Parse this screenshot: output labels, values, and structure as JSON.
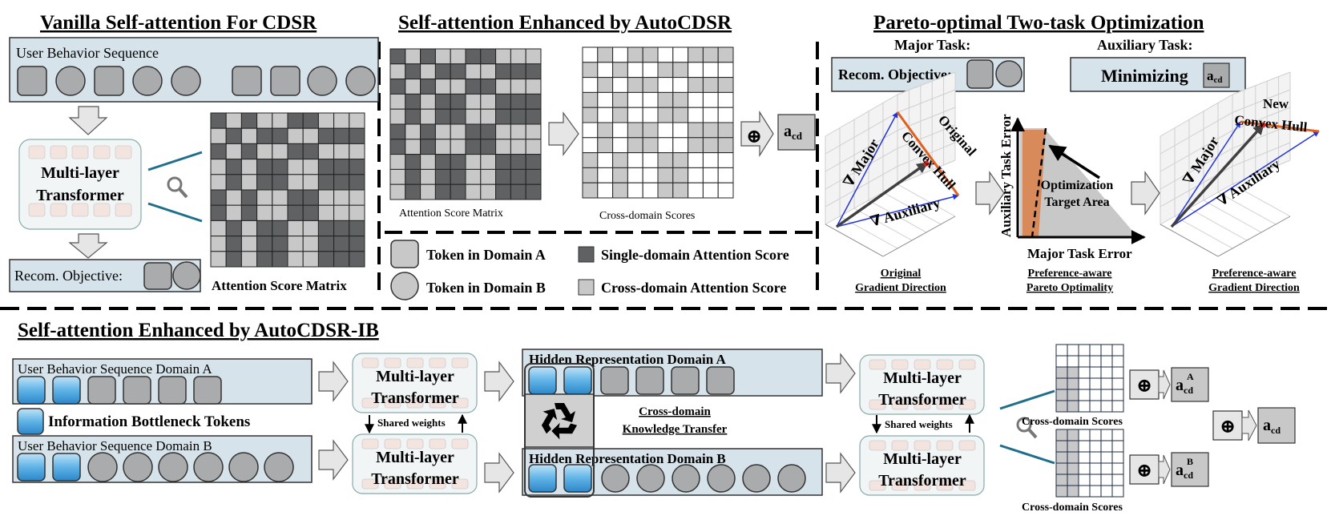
{
  "sections": {
    "vanilla_title": "Vanilla Self-attention For CDSR",
    "enhanced_title": "Self-attention Enhanced by AutoCDSR",
    "pareto_title": "Pareto-optimal Two-task Optimization",
    "ib_title": "Self-attention Enhanced by AutoCDSR-IB"
  },
  "vanilla": {
    "sequence_label": "User Behavior Sequence",
    "transformer_line1": "Multi-layer",
    "transformer_line2": "Transformer",
    "objective_label": "Recom. Objective:",
    "matrix_label": "Attention Score Matrix"
  },
  "autocdsr": {
    "matrix_label": "Attention Score Matrix",
    "cross_label": "Cross-domain Scores",
    "acd_main": "a",
    "acd_sub": "cd",
    "oplus": "⊕"
  },
  "legend": {
    "domain_a": "Token in Domain A",
    "domain_b": "Token in Domain B",
    "single_domain": "Single-domain Attention Score",
    "cross_domain": "Cross-domain Attention Score"
  },
  "pareto": {
    "major_task": "Major Task:",
    "auxiliary_task": "Auxiliary Task:",
    "recom_objective": "Recom. Objective:",
    "minimizing": "Minimizing",
    "plot1": {
      "major": "∇ Major",
      "auxiliary": "∇ Auxiliary",
      "hull1": "Original",
      "hull2": "Convex Hull",
      "caption1": "Original",
      "caption2": "Gradient Direction"
    },
    "plot2": {
      "y_axis": "Auxiliary Task Error",
      "x_axis": "Major Task Error",
      "area1": "Optimization",
      "area2": "Target Area",
      "caption1": "Preference-aware",
      "caption2": "Pareto Optimality"
    },
    "plot3": {
      "major": "∇ Major",
      "auxiliary": "∇ Auxiliary",
      "hull1": "New",
      "hull2": "Convex Hull",
      "caption1": "Preference-aware",
      "caption2": "Gradient Direction"
    }
  },
  "ib": {
    "seq_a": "User Behavior Sequence Domain A",
    "seq_b": "User Behavior Sequence Domain B",
    "ib_tokens": "Information Bottleneck Tokens",
    "transformer_line1": "Multi-layer",
    "transformer_line2": "Transformer",
    "shared_weights": "Shared weights",
    "hidden_a": "Hidden Representation Domain A",
    "hidden_b": "Hidden Representation Domain B",
    "transfer1": "Cross-domain",
    "transfer2": "Knowledge Transfer",
    "cross_scores": "Cross-domain Scores",
    "sup_a": "A",
    "sup_b": "B"
  },
  "colors": {
    "panel": "#d7e3ea",
    "dark_cell": "#5f6163",
    "light_cell": "#c8c8c8",
    "token": "#a9abad",
    "blue_token": "#5fb3e6",
    "orange": "#d98a5a",
    "teal_line": "#1f6f8b"
  }
}
